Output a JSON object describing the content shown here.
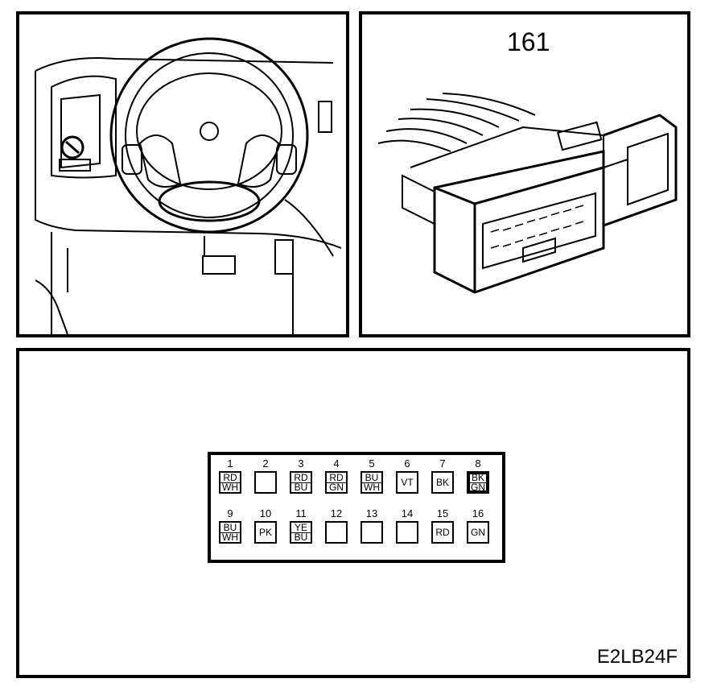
{
  "connector_number": "161",
  "figure_code": "E2LB24F",
  "pins_row1": [
    {
      "number": "1",
      "colors": [
        "RD",
        "WH"
      ]
    },
    {
      "number": "2",
      "colors": []
    },
    {
      "number": "3",
      "colors": [
        "RD",
        "BU"
      ]
    },
    {
      "number": "4",
      "colors": [
        "RD",
        "GN"
      ]
    },
    {
      "number": "5",
      "colors": [
        "BU",
        "WH"
      ]
    },
    {
      "number": "6",
      "colors": [
        "VT"
      ]
    },
    {
      "number": "7",
      "colors": [
        "BK"
      ]
    },
    {
      "number": "8",
      "colors": [
        "BK",
        "GN"
      ],
      "highlighted": true
    }
  ],
  "pins_row2": [
    {
      "number": "9",
      "colors": [
        "BU",
        "WH"
      ]
    },
    {
      "number": "10",
      "colors": [
        "PK"
      ]
    },
    {
      "number": "11",
      "colors": [
        "YE",
        "BU"
      ]
    },
    {
      "number": "12",
      "colors": []
    },
    {
      "number": "13",
      "colors": []
    },
    {
      "number": "14",
      "colors": []
    },
    {
      "number": "15",
      "colors": [
        "RD"
      ]
    },
    {
      "number": "16",
      "colors": [
        "GN"
      ]
    }
  ]
}
